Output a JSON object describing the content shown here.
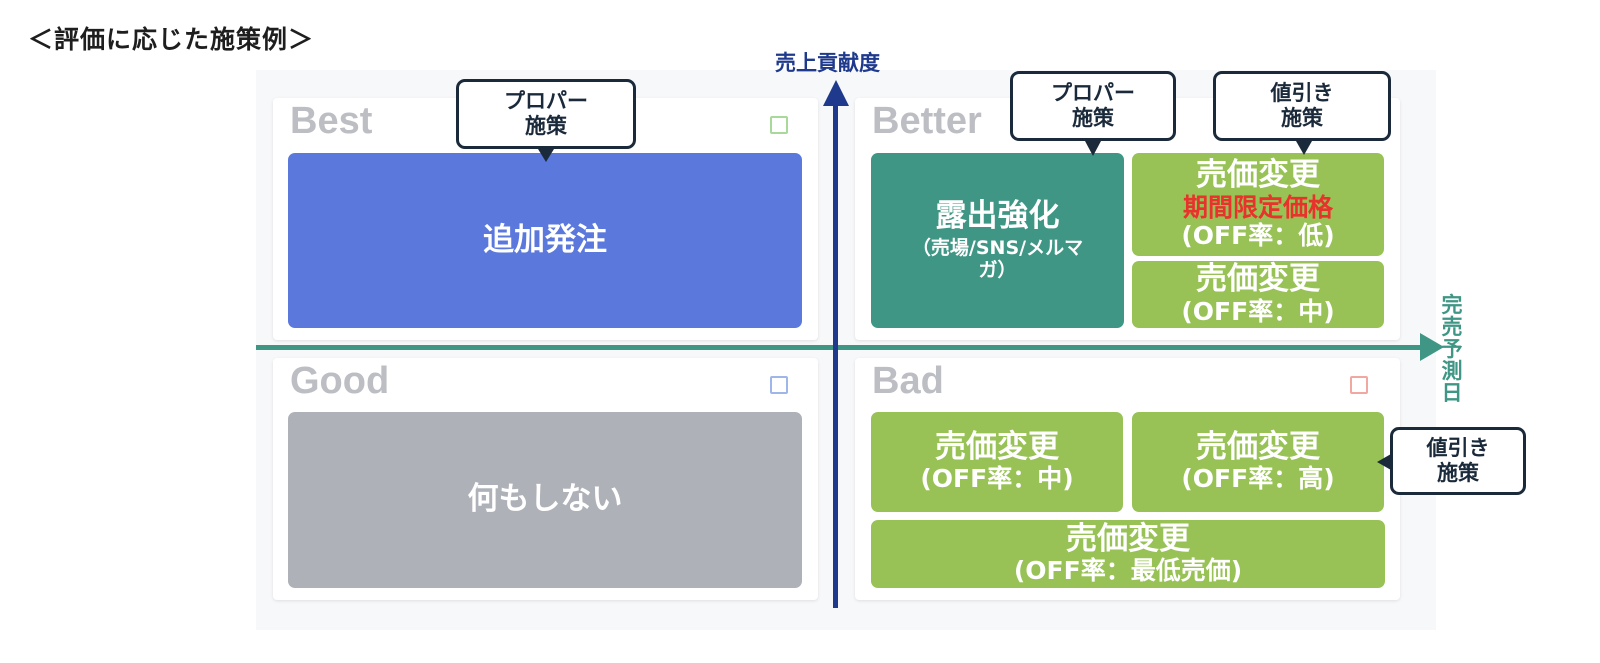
{
  "heading": "＜評価に応じた施策例＞",
  "axes": {
    "vertical_label": "売上貢献度",
    "horizontal_label": [
      "完",
      "売",
      "予",
      "測",
      "日"
    ],
    "vertical_color": "#1f3a8c",
    "horizontal_color": "#3f9684"
  },
  "quadrants": {
    "best": {
      "title": "Best",
      "icon": "square-outline-icon",
      "icon_color": "#a8d99a",
      "blocks": [
        {
          "label": "追加発注",
          "color": "#5b78dc"
        }
      ],
      "callout": [
        "プロパー",
        "施策"
      ]
    },
    "better": {
      "title": "Better",
      "blocks": [
        {
          "label": "露出強化",
          "sub": [
            "（売場/SNS/メルマ",
            "ガ）"
          ],
          "color": "#3f9684"
        },
        {
          "label": "売価変更",
          "highlight": "期間限定価格",
          "sub": "(OFF率：低)",
          "color": "#98c255"
        },
        {
          "label": "売価変更",
          "sub": "(OFF率：中)",
          "color": "#98c255"
        }
      ],
      "callouts": [
        [
          "プロパー",
          "施策"
        ],
        [
          "値引き",
          "施策"
        ]
      ],
      "highlight_color": "#e8322b"
    },
    "good": {
      "title": "Good",
      "icon": "square-outline-icon",
      "icon_color": "#9fb6e8",
      "blocks": [
        {
          "label": "何もしない",
          "color": "#aeb1b8"
        }
      ]
    },
    "bad": {
      "title": "Bad",
      "icon": "square-outline-icon",
      "icon_color": "#f0a8a0",
      "blocks": [
        {
          "label": "売価変更",
          "sub": "(OFF率：中)",
          "color": "#98c255"
        },
        {
          "label": "売価変更",
          "sub": "(OFF率：高)",
          "color": "#98c255"
        },
        {
          "label": "売価変更",
          "sub": "(OFF率：最低売価)",
          "color": "#98c255"
        }
      ],
      "callout": [
        "値引き",
        "施策"
      ]
    }
  }
}
